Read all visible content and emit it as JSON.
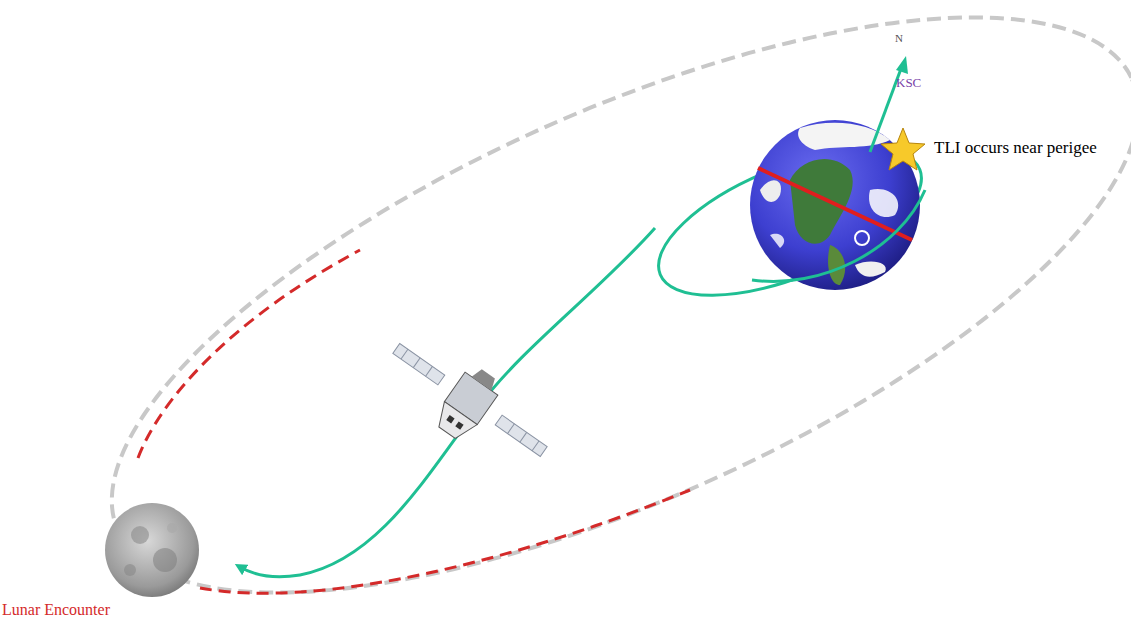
{
  "diagram": {
    "labels": [
      "N",
      "KSC",
      "TLI occurs near perigee",
      "Lunar Encounter"
    ]
  }
}
